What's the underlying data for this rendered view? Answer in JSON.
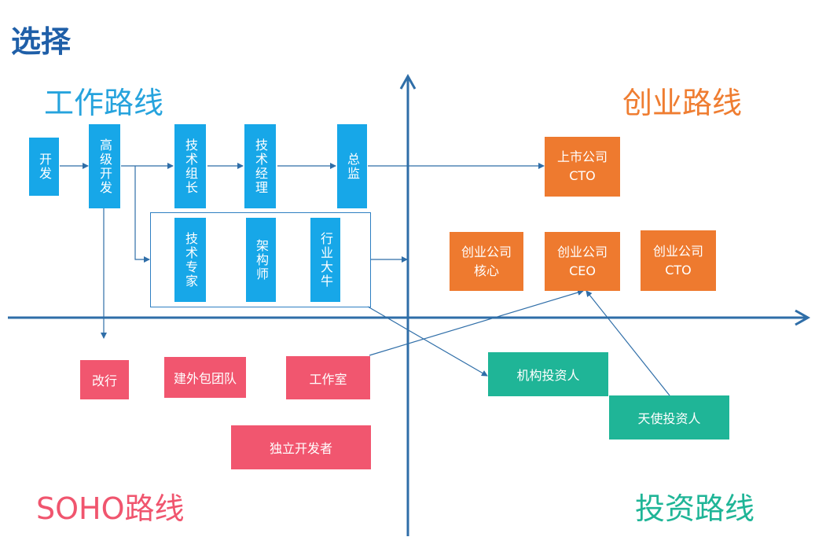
{
  "title": "选择",
  "quadrants": {
    "work": "工作路线",
    "startup": "创业路线",
    "soho": "SOHO路线",
    "invest": "投资路线"
  },
  "work_nodes": {
    "dev": "开发",
    "senior_dev": "高级开发",
    "tech_lead": "技术组长",
    "tech_manager": "技术经理",
    "director": "总监",
    "tech_expert": "技术专家",
    "architect": "架构师",
    "industry_leader": "行业大牛"
  },
  "startup_nodes": {
    "listed_cto": [
      "上市公司",
      "CTO"
    ],
    "startup_core": [
      "创业公司",
      "核心"
    ],
    "startup_ceo": [
      "创业公司",
      "CEO"
    ],
    "startup_cto": [
      "创业公司",
      "CTO"
    ]
  },
  "soho_nodes": {
    "career_change": "改行",
    "outsourcing_team": "建外包团队",
    "studio": "工作室",
    "indie_dev": "独立开发者"
  },
  "invest_nodes": {
    "institutional_investor": "机构投资人",
    "angel_investor": "天使投资人"
  },
  "colors": {
    "title": "#1f5fa8",
    "axis": "#2f6ea8",
    "work": "#17a7e8",
    "startup": "#ee7a2f",
    "soho": "#f1566f",
    "invest": "#1fb597"
  }
}
